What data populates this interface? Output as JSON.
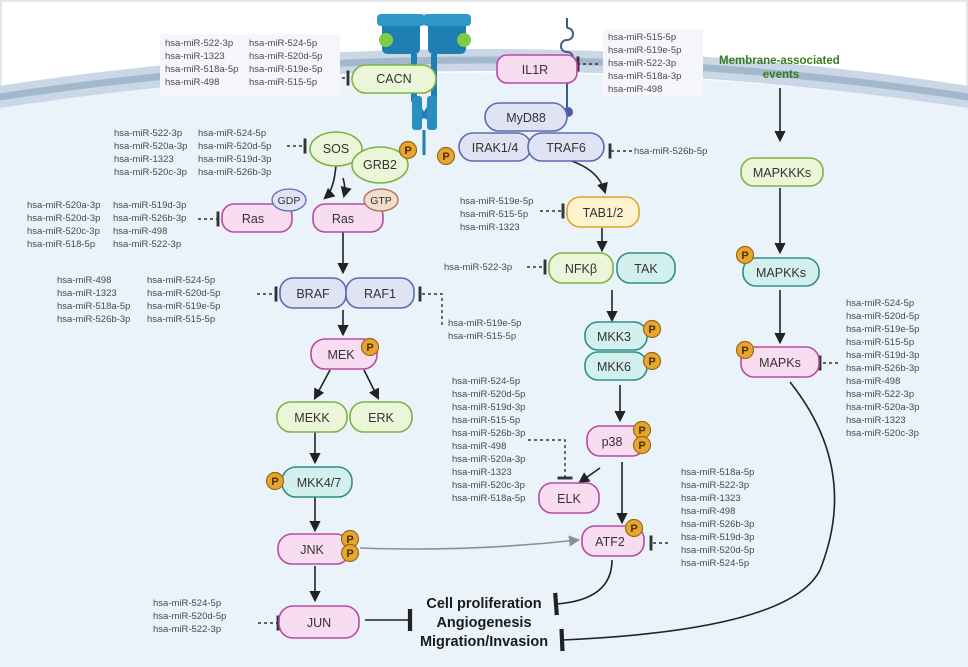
{
  "membrane_note": "Membrane-associated\nevents",
  "phospho": "P",
  "nodes": {
    "cacn": "CACN",
    "il1r": "IL1R",
    "myd88": "MyD88",
    "irak": "IRAK1/4",
    "traf6": "TRAF6",
    "sos": "SOS",
    "grb2": "GRB2",
    "gdp": "GDP",
    "gtp": "GTP",
    "ras1": "Ras",
    "ras2": "Ras",
    "braf": "BRAF",
    "raf1": "RAF1",
    "mek": "MEK",
    "mekk": "MEKK",
    "erk": "ERK",
    "mkk47": "MKK4/7",
    "jnk": "JNK",
    "jun": "JUN",
    "tab12": "TAB1/2",
    "nfkb": "NFKβ",
    "tak": "TAK",
    "mkk3": "MKK3",
    "mkk6": "MKK6",
    "p38": "p38",
    "elk": "ELK",
    "atf2": "ATF2",
    "mapkkks": "MAPKKKs",
    "mapkks": "MAPKKs",
    "mapks": "MAPKs"
  },
  "outcomes": [
    "Cell proliferation",
    "Angiogenesis",
    "Migration/Invasion"
  ],
  "mir_groups": {
    "cacn": [
      "hsa-miR-522-3p",
      "hsa-miR-524-5p",
      "hsa-miR-1323",
      "hsa-miR-520d-5p",
      "hsa-miR-518a-5p",
      "hsa-miR-519e-5p",
      "hsa-miR-498",
      "hsa-miR-515-5p"
    ],
    "il1r": [
      "hsa-miR-515-5p",
      "hsa-miR-519e-5p",
      "hsa-miR-522-3p",
      "hsa-miR-518a-3p",
      "hsa-miR-498"
    ],
    "sos": [
      "hsa-miR-522-3p",
      "hsa-miR-524-5p",
      "hsa-miR-520a-3p",
      "hsa-miR-520d-5p",
      "hsa-miR-1323",
      "hsa-miR-519d-3p",
      "hsa-miR-520c-3p",
      "hsa-miR-526b-3p"
    ],
    "traf6": [
      "hsa-miR-526b-5p"
    ],
    "ras": [
      "hsa-miR-520a-3p",
      "hsa-miR-519d-3p",
      "hsa-miR-520d-3p",
      "hsa-miR-526b-3p",
      "hsa-miR-520c-3p",
      "hsa-miR-498",
      "hsa-miR-518-5p",
      "hsa-miR-522-3p"
    ],
    "tab": [
      "hsa-miR-519e-5p",
      "hsa-miR-515-5p",
      "hsa-miR-1323"
    ],
    "nfkb": [
      "hsa-miR-522-3p"
    ],
    "braf": [
      "hsa-miR-498",
      "hsa-miR-524-5p",
      "hsa-miR-1323",
      "hsa-miR-520d-5p",
      "hsa-miR-518a-5p",
      "hsa-miR-519e-5p",
      "hsa-miR-526b-3p",
      "hsa-miR-515-5p"
    ],
    "raf1": [
      "hsa-miR-519e-5p",
      "hsa-miR-515-5p"
    ],
    "mapks": [
      "hsa-miR-524-5p",
      "hsa-miR-520d-5p",
      "hsa-miR-519e-5p",
      "hsa-miR-515-5p",
      "hsa-miR-519d-3p",
      "hsa-miR-526b-3p",
      "hsa-miR-498",
      "hsa-miR-522-3p",
      "hsa-miR-520a-3p",
      "hsa-miR-1323",
      "hsa-miR-520c-3p"
    ],
    "elk": [
      "hsa-miR-524-5p",
      "hsa-miR-520d-5p",
      "hsa-miR-519d-3p",
      "hsa-miR-515-5p",
      "hsa-miR-526b-3p",
      "hsa-miR-498",
      "hsa-miR-520a-3p",
      "hsa-miR-1323",
      "hsa-miR-520c-3p",
      "hsa-miR-518a-5p"
    ],
    "atf2": [
      "hsa-miR-518a-5p",
      "hsa-miR-522-3p",
      "hsa-miR-1323",
      "hsa-miR-498",
      "hsa-miR-526b-3p",
      "hsa-miR-519d-3p",
      "hsa-miR-520d-5p",
      "hsa-miR-524-5p"
    ],
    "jun": [
      "hsa-miR-524-5p",
      "hsa-miR-520d-5p",
      "hsa-miR-522-3p"
    ]
  },
  "colors": {
    "cell": "#eaf2fa",
    "membrane_outer": "#c9d7e6",
    "membrane_mid": "#a4b8cd",
    "green": "#eaf6d7",
    "green_border": "#7cb342",
    "blue": "#dfe3f3",
    "blue_border": "#5b6bb0",
    "pink": "#f8dcef",
    "pink_border": "#b84aa2",
    "teal": "#d3f0ee",
    "teal_border": "#2e8f88",
    "phospho": "#e6a52e",
    "receptor": "#1e7fb5"
  }
}
